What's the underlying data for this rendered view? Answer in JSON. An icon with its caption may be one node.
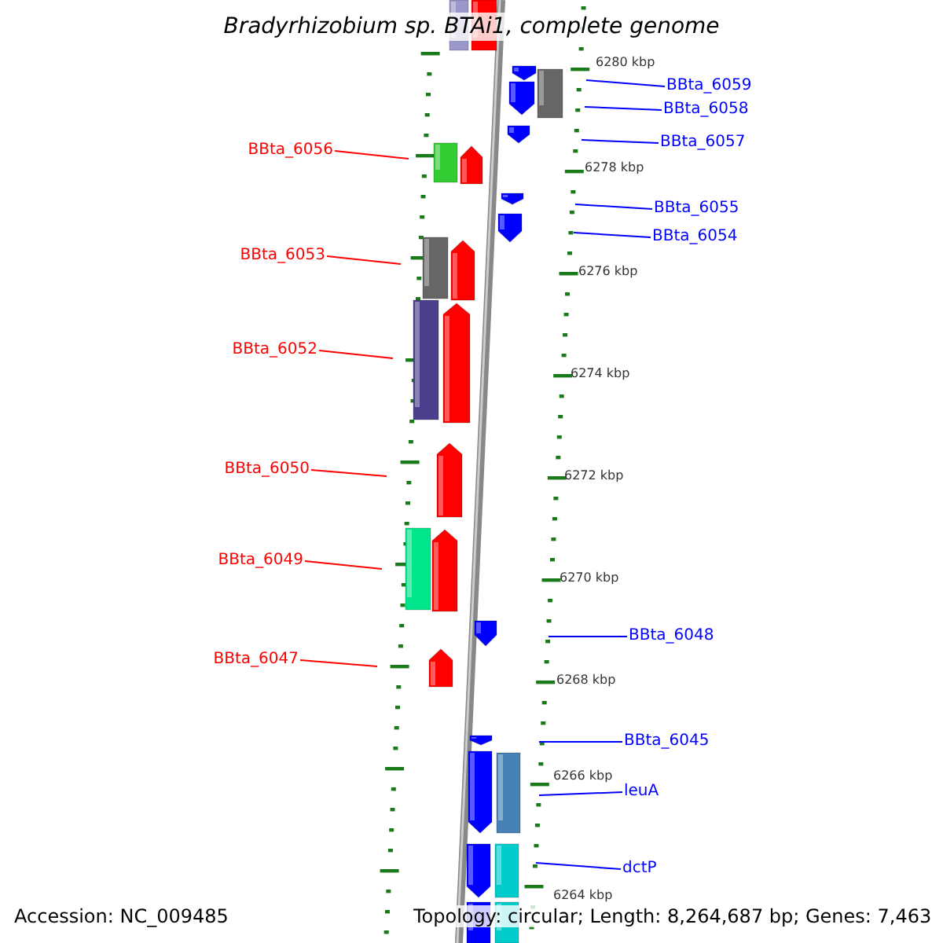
{
  "diagram": {
    "title": "Bradyrhizobium sp. BTAi1, complete genome",
    "nodes": [
      {
        "text": [
          "BBta_6059"
        ]
      },
      {
        "text": [
          "BBta_6058"
        ]
      },
      {
        "text": [
          "BBta_6057"
        ]
      },
      {
        "text": [
          "BBta_6056"
        ]
      },
      {
        "text": [
          "BBta_6055"
        ]
      },
      {
        "text": [
          "BBta_6054"
        ]
      },
      {
        "text": [
          "BBta_6053"
        ]
      },
      {
        "text": [
          "BBta_6052"
        ]
      },
      {
        "text": [
          "BBta_6050"
        ]
      },
      {
        "text": [
          "BBta_6049"
        ]
      },
      {
        "text": [
          "BBta_6048"
        ]
      },
      {
        "text": [
          "BBta_6047"
        ]
      },
      {
        "text": [
          "BBta_6045"
        ]
      },
      {
        "text": [
          "leuA"
        ]
      },
      {
        "text": [
          "dctP"
        ]
      }
    ],
    "edges": [
      {
        "from": 0,
        "to": null,
        "arrow": "none"
      },
      {
        "from": 1,
        "to": null,
        "arrow": "none"
      },
      {
        "from": 2,
        "to": null,
        "arrow": "none"
      },
      {
        "from": 3,
        "to": null,
        "arrow": "none",
        "color": "#ff0000"
      },
      {
        "from": 4,
        "to": null,
        "arrow": "none"
      },
      {
        "from": 5,
        "to": null,
        "arrow": "none"
      },
      {
        "from": 6,
        "to": null,
        "arrow": "none",
        "color": "#ff0000"
      },
      {
        "from": 7,
        "to": null,
        "arrow": "none",
        "color": "#ff0000"
      },
      {
        "from": 8,
        "to": null,
        "arrow": "none",
        "color": "#ff0000"
      },
      {
        "from": 9,
        "to": null,
        "arrow": "none",
        "color": "#ff0000"
      },
      {
        "from": 10,
        "to": null,
        "arrow": "none"
      },
      {
        "from": 11,
        "to": null,
        "arrow": "none",
        "color": "#ff0000"
      },
      {
        "from": 12,
        "to": null,
        "arrow": "none"
      },
      {
        "from": 13,
        "to": null,
        "arrow": "none"
      },
      {
        "from": 14,
        "to": null,
        "arrow": "none"
      }
    ],
    "labels": [
      "6280 kbp",
      "6278 kbp",
      "6276 kbp",
      "6274 kbp",
      "6272 kbp",
      "6270 kbp",
      "6268 kbp",
      "6266 kbp",
      "6264 kbp",
      "Accession: NC_009485",
      "Topology: circular; Length: 8,264,687 bp; Genes: 7,463"
    ]
  }
}
